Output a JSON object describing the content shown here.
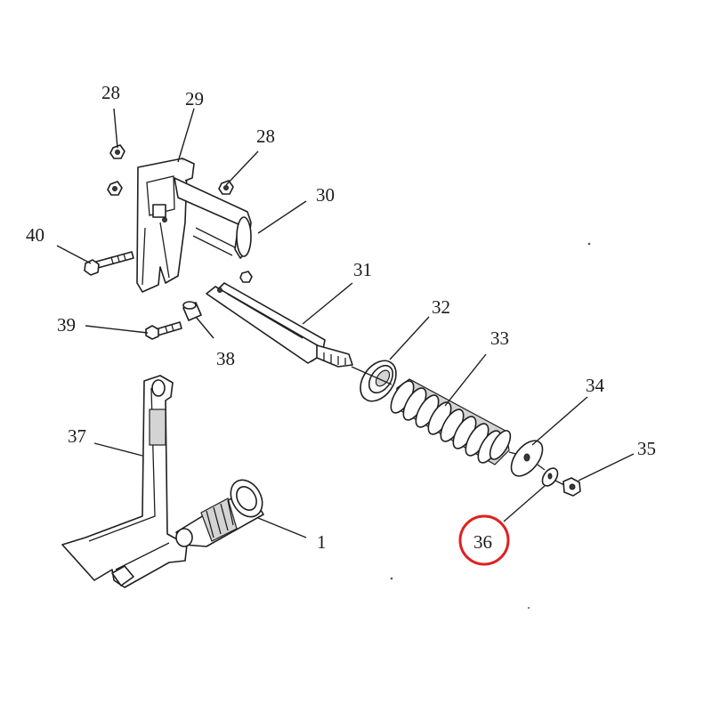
{
  "labels": {
    "l28a": "28",
    "l29": "29",
    "l28b": "28",
    "l30": "30",
    "l40": "40",
    "l31": "31",
    "l32": "32",
    "l39": "39",
    "l38": "38",
    "l33": "33",
    "l34": "34",
    "l37": "37",
    "l35": "35",
    "l36": "36",
    "l1": "1"
  },
  "highlight": {
    "callout": "36",
    "color": "#e02020"
  }
}
